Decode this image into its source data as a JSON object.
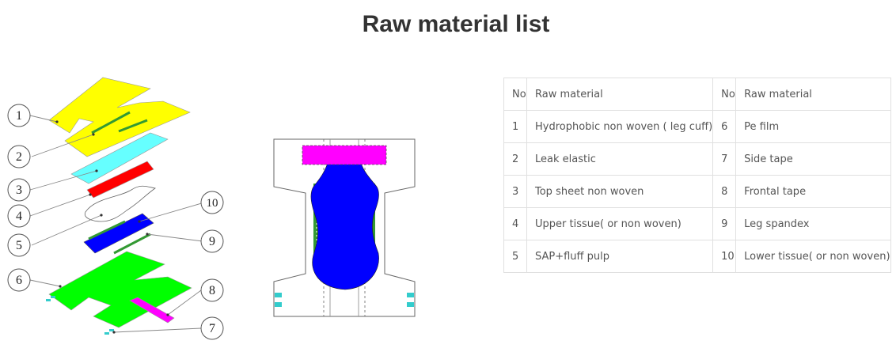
{
  "title": "Raw material list",
  "table": {
    "headers": [
      "No",
      "Raw material",
      "No",
      "Raw material"
    ],
    "rows": [
      {
        "n1": "1",
        "m1": "Hydrophobic non woven ( leg cuff)",
        "n2": "6",
        "m2": "Pe film"
      },
      {
        "n1": "2",
        "m1": "Leak elastic",
        "n2": "7",
        "m2": "Side tape"
      },
      {
        "n1": "3",
        "m1": "Top sheet non woven",
        "n2": "8",
        "m2": "Frontal tape"
      },
      {
        "n1": "4",
        "m1": "Upper tissue( or non woven)",
        "n2": "9",
        "m2": "Leg spandex"
      },
      {
        "n1": "5",
        "m1": "SAP+fluff pulp",
        "n2": "10",
        "m2": "Lower tissue( or non woven)"
      }
    ]
  },
  "callouts": {
    "c1": "1",
    "c2": "2",
    "c3": "3",
    "c4": "4",
    "c5": "5",
    "c6": "6",
    "c7": "7",
    "c8": "8",
    "c9": "9",
    "c10": "10"
  },
  "colors": {
    "leg_cuff": "#ffff00",
    "top_sheet": "#66ffff",
    "upper_tissue": "#ff0000",
    "lower_tissue": "#0000ff",
    "pe_film": "#00ff00",
    "frontal_tape": "#ff00ff",
    "side_tape": "#33cccc",
    "elastic": "#339933"
  }
}
